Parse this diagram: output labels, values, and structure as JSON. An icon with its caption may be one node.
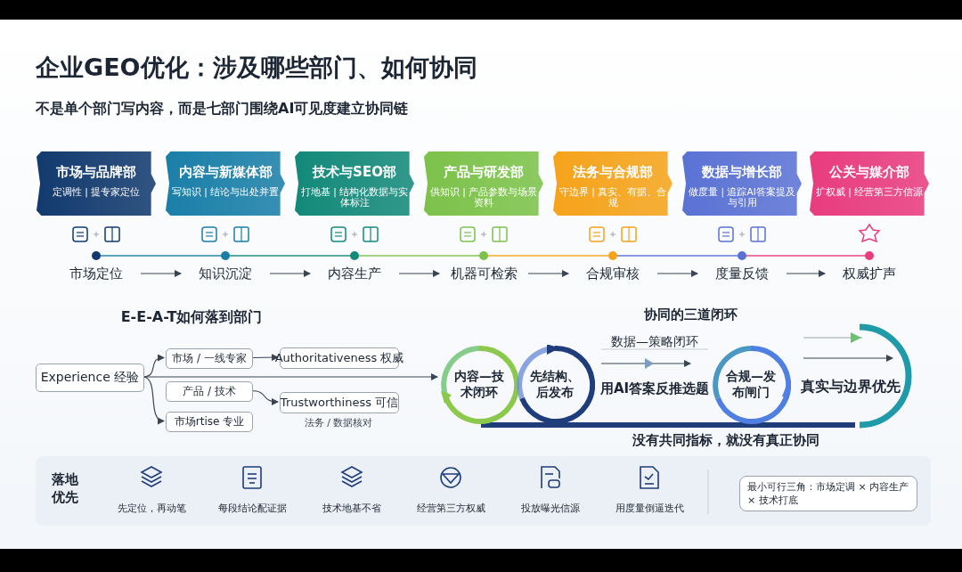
{
  "diagram": {
    "title": "企业GEO优化：涉及哪些部门、如何协同",
    "nodes": [
      {
        "text": [
          "市场与品牌部",
          "定调性 | 提专家定位"
        ]
      },
      {
        "text": [
          "内容与新媒体部",
          "写知识 | 结论与出处并置"
        ]
      },
      {
        "text": [
          "技术与SEO部",
          "打地基 | 结构化数据与实体标注"
        ]
      },
      {
        "text": [
          "产品与研发部",
          "供知识 | 产品参数与场景资料"
        ]
      },
      {
        "text": [
          "法务与合规部",
          "守边界 | 真实、有据、合规"
        ]
      },
      {
        "text": [
          "数据与增长部",
          "做度量 | 追踪AI答案提及与引用"
        ]
      },
      {
        "text": [
          "公关与媒介部",
          "扩权威 | 经营第三方信源"
        ]
      },
      {
        "text": [
          "市场定位"
        ]
      },
      {
        "text": [
          "知识沉淀"
        ]
      },
      {
        "text": [
          "内容生产"
        ]
      },
      {
        "text": [
          "机器可检索"
        ]
      },
      {
        "text": [
          "合规审核"
        ]
      },
      {
        "text": [
          "度量反馈"
        ]
      },
      {
        "text": [
          "权威扩声"
        ]
      },
      {
        "text": [
          "Experience 经验"
        ]
      },
      {
        "text": [
          "市场 / 一线专家"
        ]
      },
      {
        "text": [
          "Authoritativeness 权威"
        ]
      },
      {
        "text": [
          "产品 / 技术"
        ]
      },
      {
        "text": [
          "Trustworthiness 可信"
        ],
        "beside": [
          "法务 / 数据核对"
        ]
      },
      {
        "text": [
          "市场rtise 专业"
        ]
      },
      {
        "text": [
          "内容—技术闭环"
        ]
      },
      {
        "text": [
          "先结构、后发布"
        ]
      },
      {
        "text": [
          "合规—发布闸门"
        ]
      },
      {
        "text": [
          "落地优先"
        ]
      },
      {
        "text": [
          "最小可行三角：市场定调 × 内容生产 × 技术打底"
        ],
        "in": 23
      }
    ],
    "edges": [
      {
        "from": 7,
        "to": 8,
        "arrow": "to"
      },
      {
        "from": 8,
        "to": 9,
        "arrow": "to"
      },
      {
        "from": 9,
        "to": 10,
        "arrow": "to"
      },
      {
        "from": 10,
        "to": 11,
        "arrow": "to"
      },
      {
        "from": 11,
        "to": 12,
        "arrow": "to"
      },
      {
        "from": 12,
        "to": 13,
        "arrow": "to"
      },
      {
        "from": 14,
        "to": 15,
        "arrow": "to"
      },
      {
        "from": 14,
        "to": 19,
        "arrow": "to"
      },
      {
        "from": 14,
        "to": 20,
        "arrow": "to"
      },
      {
        "from": 15,
        "to": 16,
        "arrow": "to"
      },
      {
        "from": 17,
        "to": 18,
        "arrow": "to"
      }
    ],
    "labels": [
      "不是单个部门写内容，而是七部门围绕AI可见度建立协同链",
      "E-E-A-T如何落到部门",
      "协同的三道闭环",
      "数据—策略闭环",
      "用AI答案反推选题",
      "真实与边界优先",
      "没有共同指标，就没有真正协同",
      "先定位，再动笔",
      "每段结论配证据",
      "技术地基不省",
      "经营第三方权威",
      "投放曝光信源",
      "用度量倒逼迭代"
    ]
  }
}
